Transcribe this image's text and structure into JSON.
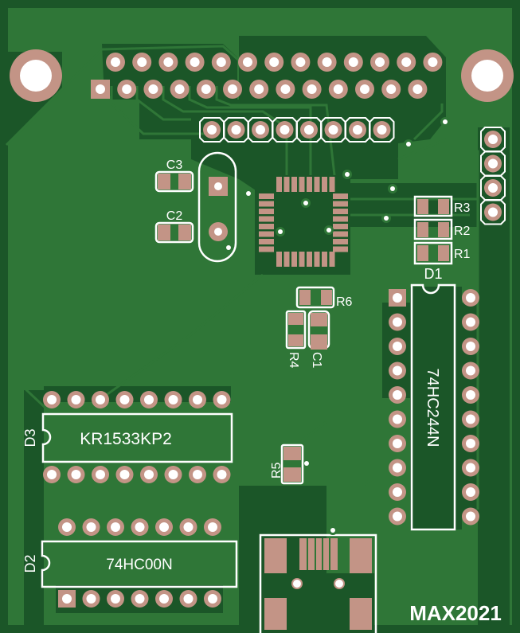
{
  "board": {
    "title": "MAX2021",
    "colors": {
      "substrate": "#1b5628",
      "copper_pour": "#2f7637",
      "trace": "#2f7637",
      "pad": "#c39486",
      "drill": "#ffffff",
      "silkscreen": "#ffffff"
    }
  },
  "components": {
    "capacitors": [
      {
        "ref": "C3"
      },
      {
        "ref": "C2"
      },
      {
        "ref": "C1"
      }
    ],
    "resistors": [
      {
        "ref": "R3"
      },
      {
        "ref": "R2"
      },
      {
        "ref": "R1"
      },
      {
        "ref": "R6"
      },
      {
        "ref": "R4"
      },
      {
        "ref": "R5"
      }
    ],
    "ics": [
      {
        "ref": "D1",
        "value": "74HC244N",
        "pins": 20
      },
      {
        "ref": "D3",
        "value": "KR1533KP2",
        "pins": 16
      },
      {
        "ref": "D2",
        "value": "74HC00N",
        "pins": 14
      }
    ]
  }
}
